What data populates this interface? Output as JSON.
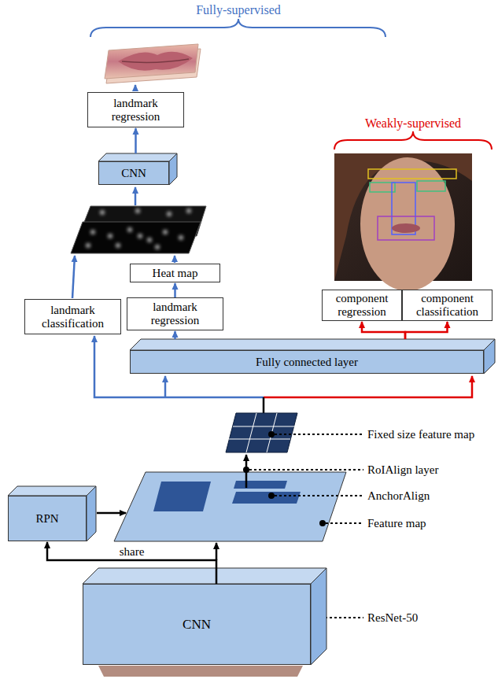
{
  "diagram": {
    "nodes": [
      {
        "text": [
          "landmark regression"
        ]
      },
      {
        "text": [
          "CNN"
        ]
      },
      {
        "text": [
          "Heat map"
        ]
      },
      {
        "text": [
          "landmark classification"
        ]
      },
      {
        "text": [
          "landmark regression"
        ]
      },
      {
        "text": [
          "component regression"
        ]
      },
      {
        "text": [
          "component classification"
        ]
      },
      {
        "text": [
          "Fully connected layer"
        ]
      },
      {
        "text": [
          "RPN"
        ]
      },
      {
        "text": [
          "CNN"
        ]
      }
    ],
    "edges": [
      {
        "from": 1,
        "to": 0,
        "arrow": "to"
      },
      {
        "from": 4,
        "to": 2,
        "arrow": "to"
      },
      {
        "from": 7,
        "to": 4,
        "arrow": "to"
      },
      {
        "from": 7,
        "to": 5,
        "arrow": "to"
      },
      {
        "from": 7,
        "to": 6,
        "arrow": "to"
      },
      {
        "from": 9,
        "to": 8,
        "label": "share",
        "arrow": "to"
      }
    ],
    "labels": [
      "Fully-supervised",
      "Weakly-supervised",
      "Fixed size feature map",
      "RoIAlign layer",
      "AnchorAlign",
      "Feature map",
      "ResNet-50"
    ]
  }
}
